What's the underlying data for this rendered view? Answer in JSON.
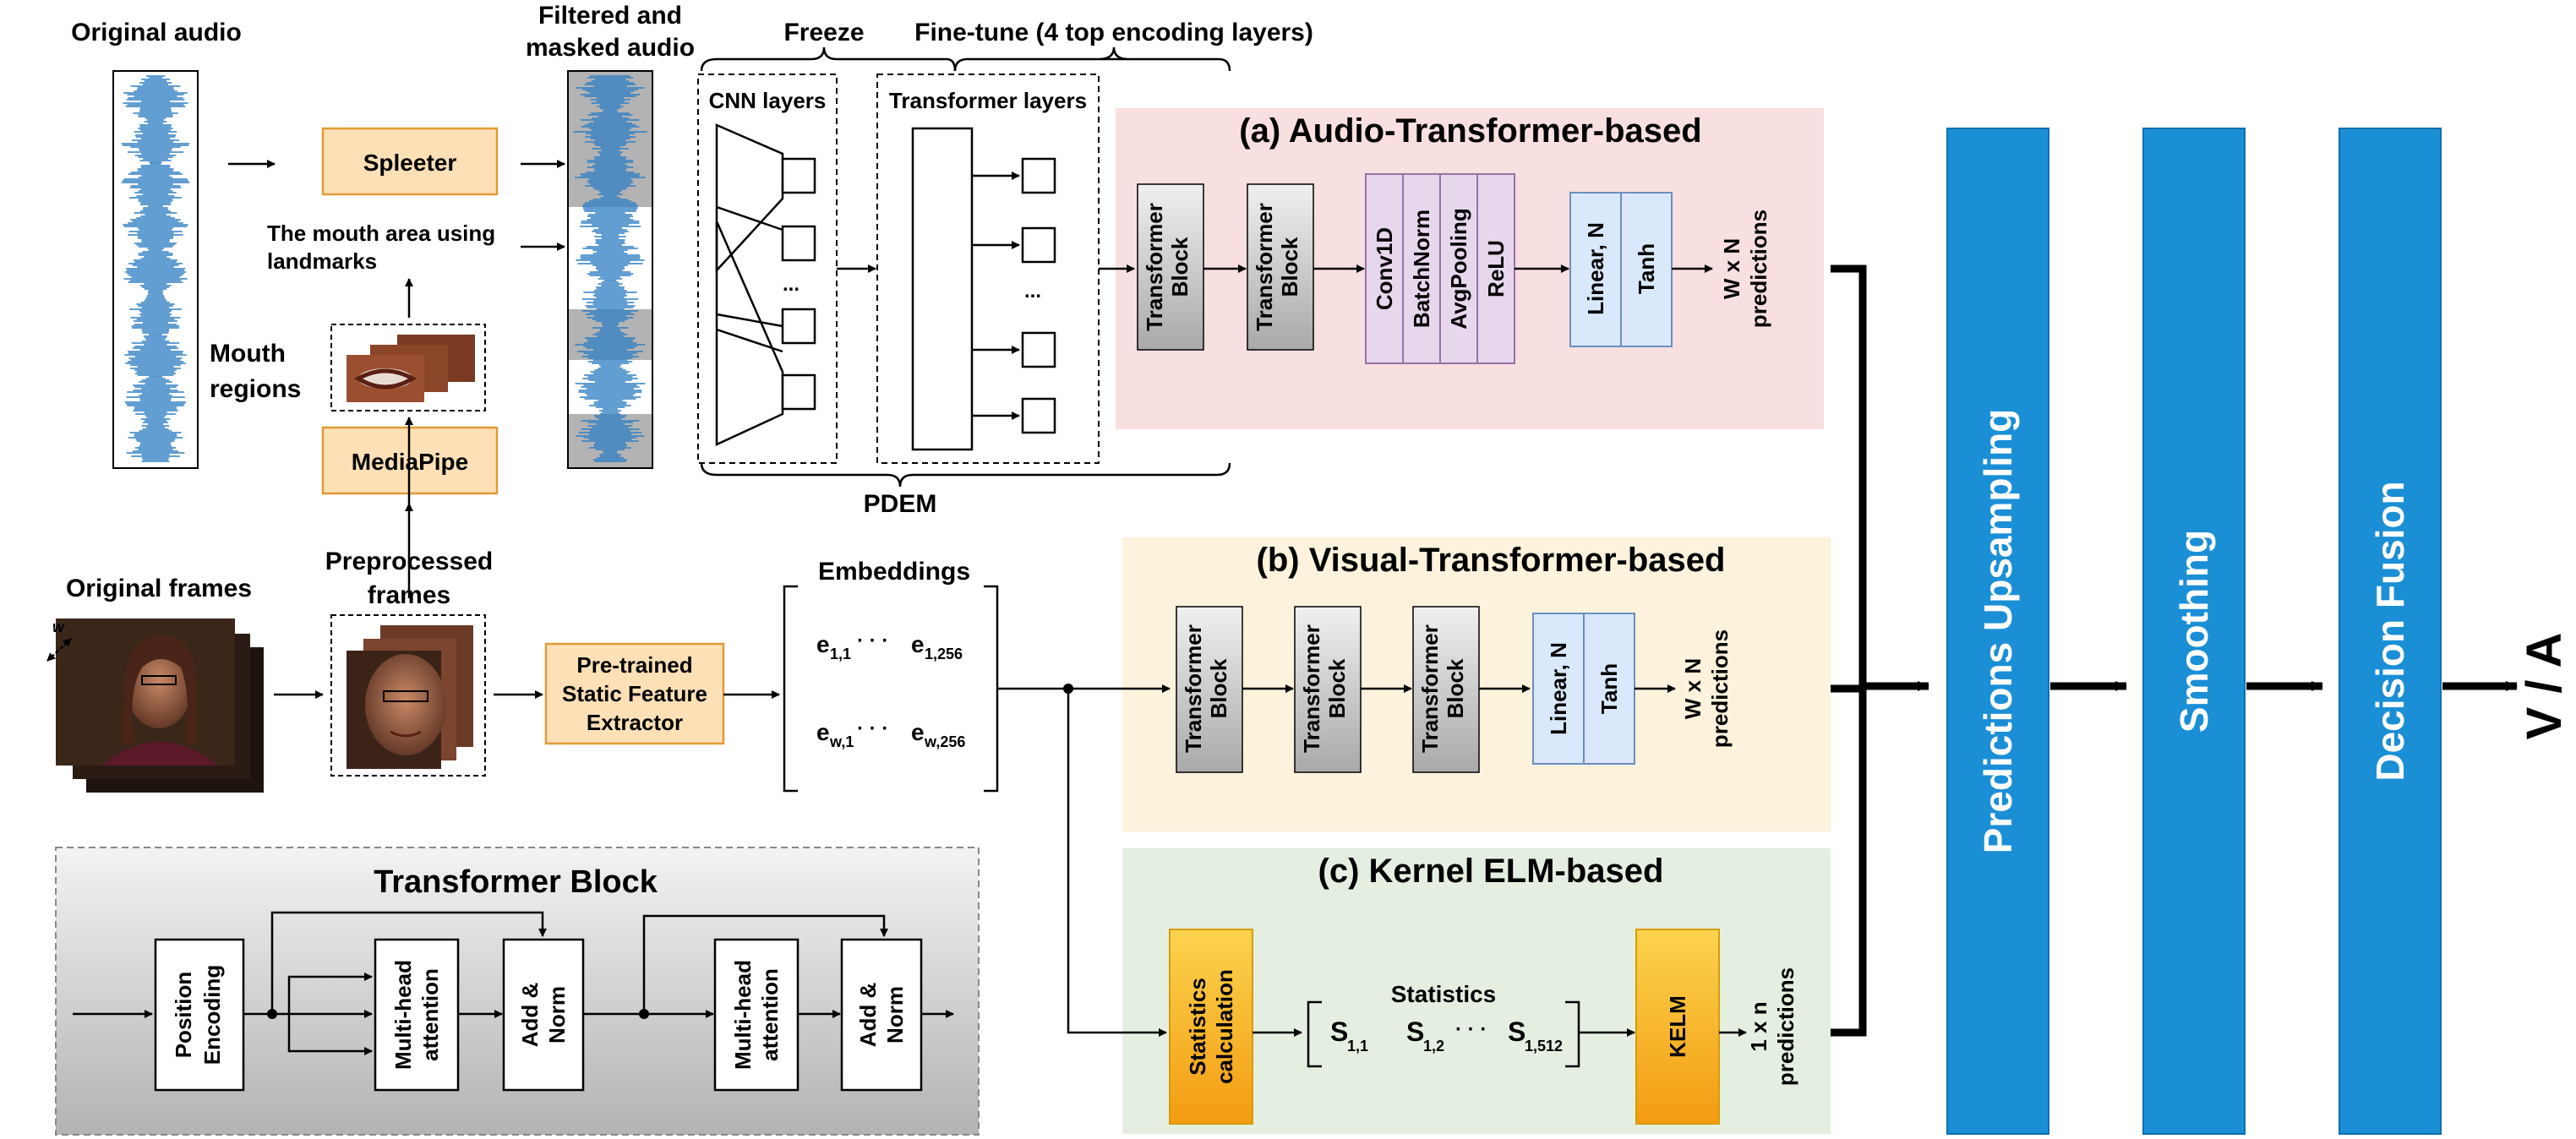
{
  "top": {
    "original_audio": "Original audio",
    "filtered_audio_1": "Filtered and",
    "filtered_audio_2": "masked audio",
    "freeze": "Freeze",
    "finetune": "Fine-tune (4 top encoding layers)",
    "cnn_layers": "CNN layers",
    "transformer_layers": "Transformer layers",
    "pdem": "PDEM",
    "spleeter": "Spleeter",
    "mouth_area_1": "The mouth area using",
    "mouth_area_2": "landmarks",
    "mouth_regions_1": "Mouth",
    "mouth_regions_2": "regions",
    "mediapipe": "MediaPipe",
    "ellipsis": "..."
  },
  "audio_branch": {
    "title": "(a) Audio-Transformer-based",
    "block1": [
      "Transformer",
      "Block"
    ],
    "block2": [
      "Transformer",
      "Block"
    ],
    "conv": "Conv1D",
    "batchnorm": "BatchNorm",
    "avgpool": "AvgPooling",
    "relu": "ReLU",
    "linear": "Linear, N",
    "tanh": "Tanh",
    "pred_1": "W x N",
    "pred_2": "predictions"
  },
  "visual_input": {
    "original_frames": "Original frames",
    "preprocessed_1": "Preprocessed",
    "preprocessed_2": "frames",
    "w": "w",
    "extractor_1": "Pre-trained",
    "extractor_2": "Static Feature",
    "extractor_3": "Extractor",
    "embeddings": "Embeddings",
    "e11": "e",
    "e11_sub": "1,1",
    "e1256": "e",
    "e1256_sub": "1,256",
    "ew1": "e",
    "ew1_sub": "w,1",
    "ew256": "e",
    "ew256_sub": "w,256",
    "dots": "· · ·"
  },
  "visual_branch": {
    "title": "(b) Visual-Transformer-based",
    "block": [
      "Transformer",
      "Block"
    ],
    "linear": "Linear, N",
    "tanh": "Tanh",
    "pred_1": "W x N",
    "pred_2": "predictions"
  },
  "kelm_branch": {
    "title": "(c) Kernel ELM-based",
    "stats_calc_1": "Statistics",
    "stats_calc_2": "calculation",
    "statistics": "Statistics",
    "s": "S",
    "s11": "1,1",
    "s12": "1,2",
    "s1512": "1,512",
    "dots": "· · ·",
    "kelm": "KELM",
    "pred_1": "1 x n",
    "pred_2": "predictions"
  },
  "transformer_block": {
    "title": "Transformer Block",
    "pos_1": "Position",
    "pos_2": "Encoding",
    "mha_1": "Multi-head",
    "mha_2": "attention",
    "add_1": "Add &",
    "add_2": "Norm"
  },
  "pipeline": {
    "upsampling": "Predictions Upsampling",
    "smoothing": "Smoothing",
    "fusion": "Decision Fusion",
    "output": "V / A"
  },
  "colors": {
    "pink_panel": "#f8dfe0",
    "yellow_panel": "#fdf2dc",
    "green_panel": "#e5efe1",
    "blue_bar": "#1b8fd6",
    "orange_box": "#fde0b6",
    "orange_border": "#e29a36",
    "purple_box": "#e6d7ec",
    "light_blue_box": "#dae8fb",
    "gold_box": "#f9b400",
    "waveform": "#2f7fc3"
  }
}
